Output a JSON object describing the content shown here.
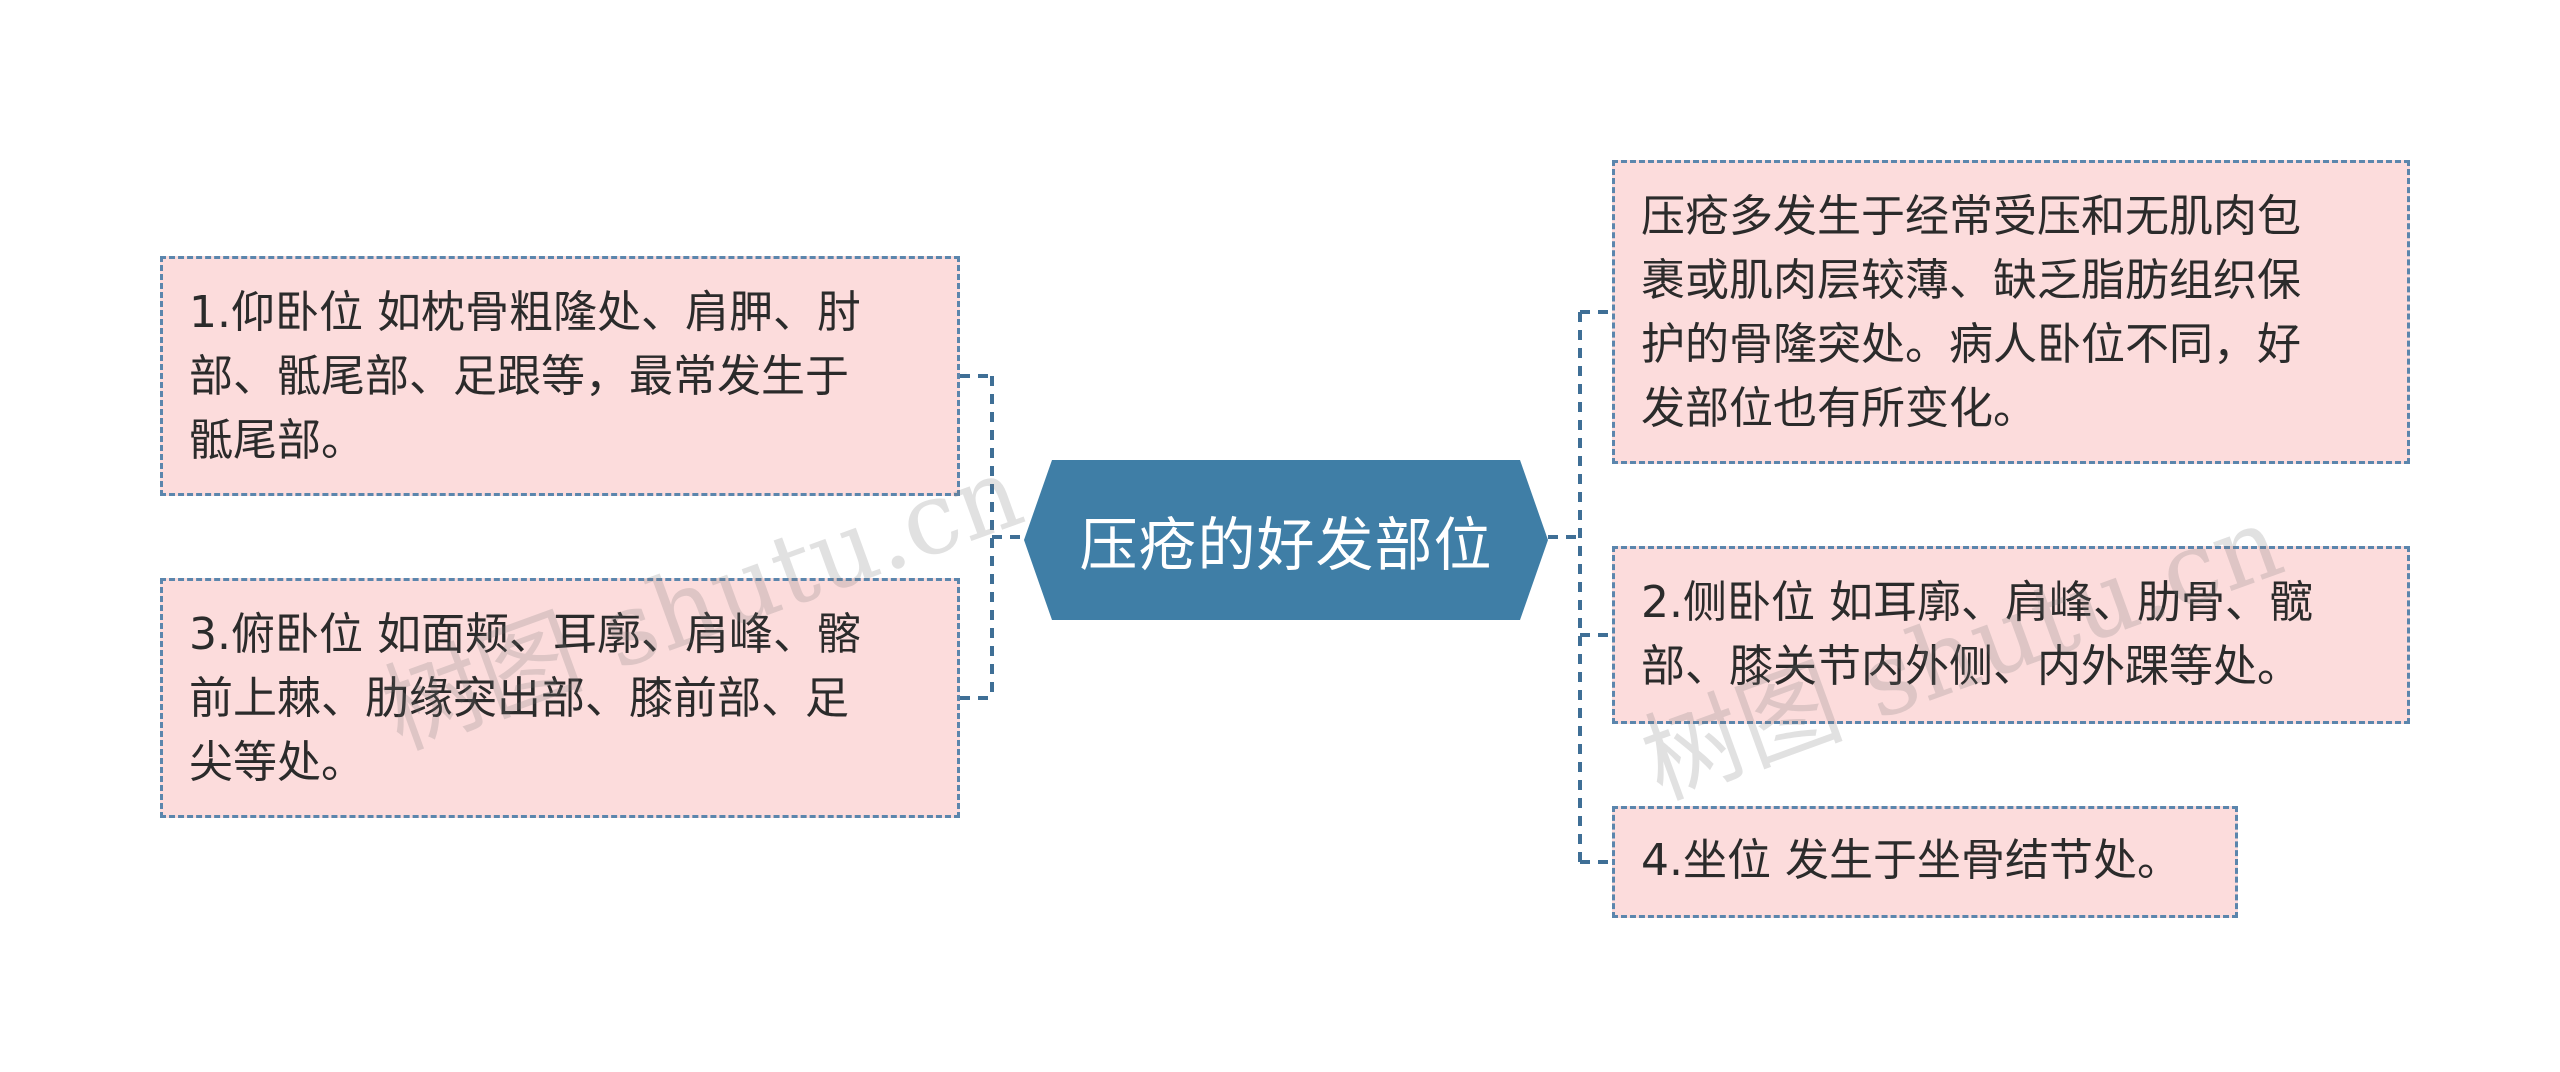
{
  "diagram": {
    "center": {
      "label": "压疮的好发部位"
    },
    "nodes": [
      {
        "id": "n1",
        "text": "1.仰卧位 如枕骨粗隆处、肩胛、肘\n部、骶尾部、足跟等，最常发生于\n骶尾部。"
      },
      {
        "id": "n3",
        "text": "3.俯卧位 如面颊、耳廓、肩峰、髂\n前上棘、肋缘突出部、膝前部、足\n尖等处。"
      },
      {
        "id": "n0",
        "text": "压疮多发生于经常受压和无肌肉包\n裹或肌肉层较薄、缺乏脂肪组织保\n护的骨隆突处。病人卧位不同，好\n发部位也有所变化。"
      },
      {
        "id": "n2",
        "text": "2.侧卧位 如耳廓、肩峰、肋骨、髋\n部、膝关节内外侧、内外踝等处。"
      },
      {
        "id": "n4",
        "text": "4.坐位 发生于坐骨结节处。"
      }
    ]
  },
  "watermarks": [
    "树图 shutu.cn",
    "树图 shutu.cn"
  ],
  "colors": {
    "center_fill": "#3f7ea6",
    "node_fill": "#fcdcdc",
    "node_border": "#5b86ad",
    "connector": "#3f6f96"
  }
}
